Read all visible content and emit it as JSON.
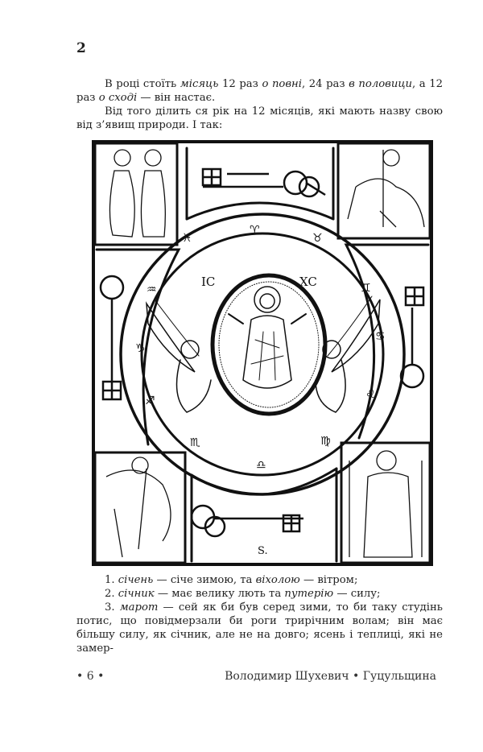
{
  "page": {
    "source_page_number": "2",
    "intro": {
      "p1": {
        "t1": "В році стоїть ",
        "i1": "місяць",
        "t2": " 12 раз ",
        "i2": "о повні",
        "t3": ", 24 раз ",
        "i3": "в половици",
        "t4": ", а 12 раз ",
        "i4": "о сході",
        "t5": " — він настає."
      },
      "p2": "Від того ділить ся рік на 12 місяців, які мають назву свою від з’явищ природи. І так:"
    },
    "illustration": {
      "description": "Woodcut: calendar wheel with Christ in mandorla flanked by angels, zodiac signs around ring, four keys and four saints in corners",
      "monogram_left": "IC",
      "monogram_right": "XC",
      "bottom_mark": "S.",
      "colors": {
        "ink": "#111111",
        "paper": "#ffffff"
      }
    },
    "months": [
      {
        "num": "1.",
        "name": "січень",
        "t1": " — січе зимою, та ",
        "i1": "віхолою",
        "t2": " — вітром;"
      },
      {
        "num": "2.",
        "name": "січник",
        "t1": " — має велику лють та ",
        "i1": "путерію",
        "t2": " — силу;"
      },
      {
        "num": "3.",
        "name": "марот",
        "t1": " — сей як би був серед зими, то би таку студінь потис, що повідмерзали би роги трирічним волам; він має більшу силу, як січник, але не на довго; ясень і теплиці, які не замер-"
      }
    ],
    "footer": {
      "page_number": "• 6 •",
      "running_title": "Володимир Шухевич • Гуцульщина"
    }
  }
}
